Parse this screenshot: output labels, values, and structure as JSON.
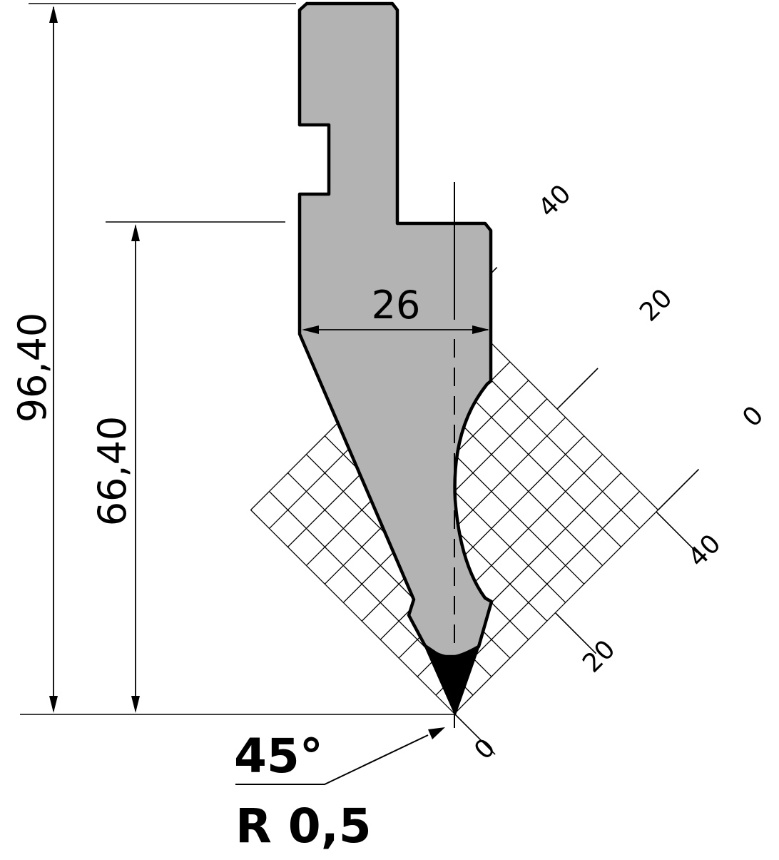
{
  "dimensions": {
    "total_height": "96,40",
    "working_height": "66,40",
    "width": "26"
  },
  "tip": {
    "angle": "45°",
    "radius": "R 0,5"
  },
  "grid_scale": {
    "right_edge_labels": [
      "40",
      "20",
      "0"
    ],
    "lower_edge_labels": [
      "40",
      "20",
      "0"
    ]
  },
  "colors": {
    "tool_fill": "#b3b3b3",
    "tip_fill": "#000000",
    "line": "#000000",
    "background": "#ffffff"
  }
}
